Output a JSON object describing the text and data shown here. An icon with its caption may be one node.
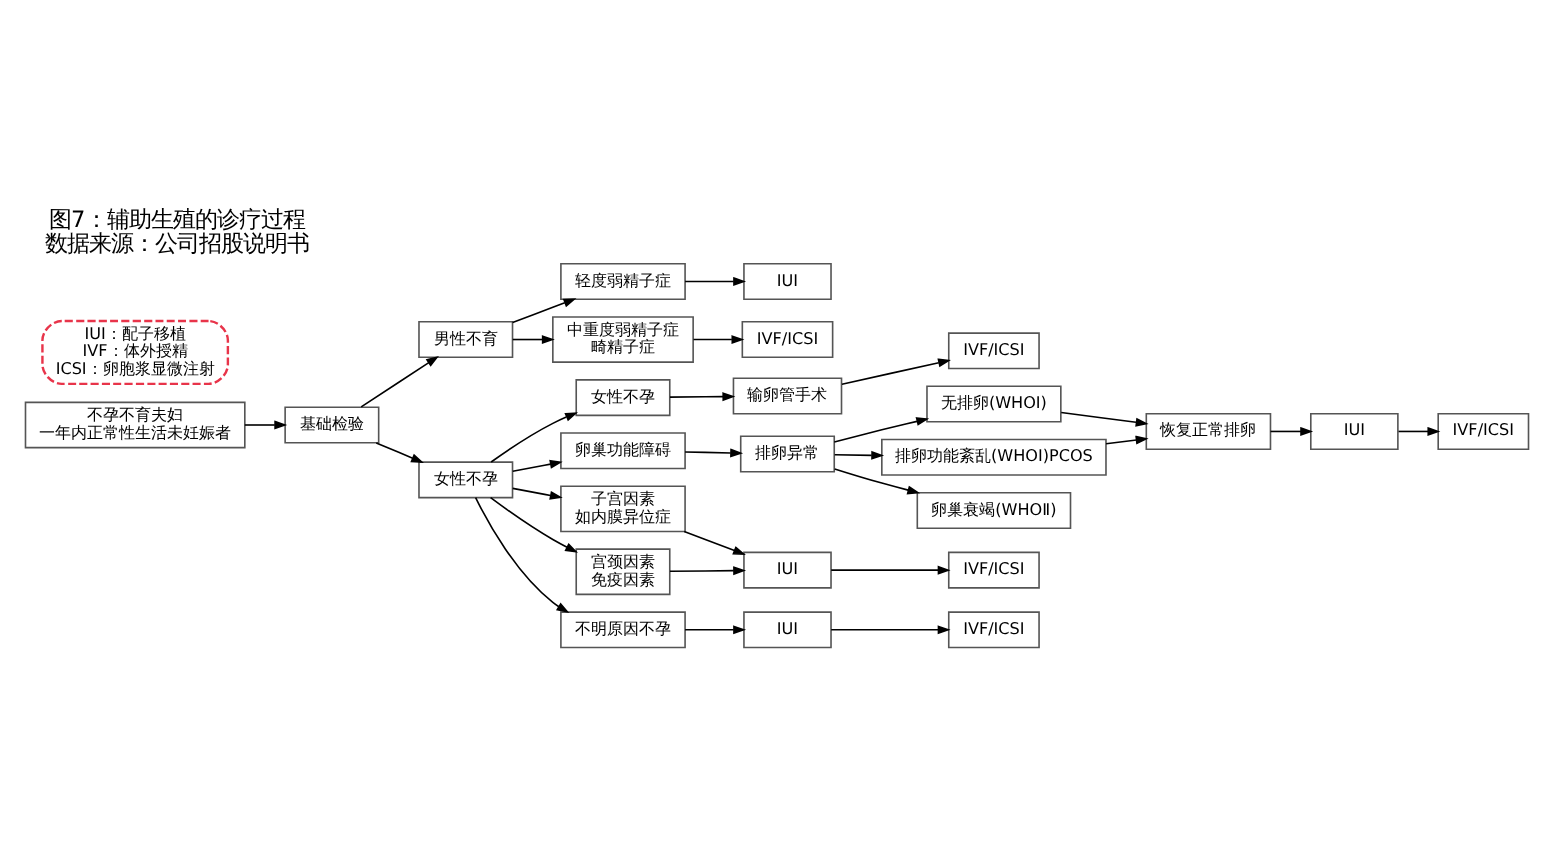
{
  "diagram": {
    "title": "图7：辅助生殖的诊疗过程",
    "caption": "数据来源：公司招股说明书",
    "nodes": [
      {
        "text": [
          "不孕不育夫妇",
          "一年内正常性生活未妊娠者"
        ]
      },
      {
        "text": [
          "基础检验"
        ]
      },
      {
        "text": [
          "男性不育"
        ]
      },
      {
        "text": [
          "轻度弱精子症"
        ]
      },
      {
        "text": [
          "IUI"
        ]
      },
      {
        "text": [
          "中重度弱精子症",
          "畸精子症"
        ]
      },
      {
        "text": [
          "IVF/ICSI"
        ]
      },
      {
        "text": [
          "女性不孕"
        ]
      },
      {
        "text": [
          "女性不孕"
        ]
      },
      {
        "text": [
          "输卵管手术"
        ]
      },
      {
        "text": [
          "IVF/ICSI"
        ]
      },
      {
        "text": [
          "卵巢功能障碍"
        ]
      },
      {
        "text": [
          "排卵异常"
        ]
      },
      {
        "text": [
          "无排卵(WHOⅠ)"
        ]
      },
      {
        "text": [
          "排卵功能紊乱(WHOⅠ)PCOS"
        ]
      },
      {
        "text": [
          "卵巢衰竭(WHOⅡ)"
        ]
      },
      {
        "text": [
          "恢复正常排卵"
        ]
      },
      {
        "text": [
          "IUI"
        ]
      },
      {
        "text": [
          "IVF/ICSI"
        ]
      },
      {
        "text": [
          "子宫因素",
          "如内膜异位症"
        ]
      },
      {
        "text": [
          "宫颈因素",
          "免疫因素"
        ]
      },
      {
        "text": [
          "IUI"
        ]
      },
      {
        "text": [
          "IVF/ICSI"
        ]
      },
      {
        "text": [
          "不明原因不孕"
        ]
      },
      {
        "text": [
          "IUI"
        ]
      },
      {
        "text": [
          "IVF/ICSI"
        ]
      },
      {
        "text": [
          "IUI：配子移植",
          "IVF：体外授精",
          "ICSI：卵胞浆显微注射"
        ]
      }
    ],
    "edges": [
      {
        "from": 0,
        "to": 1,
        "arrow": "to"
      },
      {
        "from": 1,
        "to": 2,
        "arrow": "to"
      },
      {
        "from": 1,
        "to": 7,
        "arrow": "to"
      },
      {
        "from": 2,
        "to": 3,
        "arrow": "to"
      },
      {
        "from": 2,
        "to": 5,
        "arrow": "to"
      },
      {
        "from": 3,
        "to": 4,
        "arrow": "to"
      },
      {
        "from": 5,
        "to": 6,
        "arrow": "to"
      },
      {
        "from": 7,
        "to": 8,
        "arrow": "to"
      },
      {
        "from": 7,
        "to": 11,
        "arrow": "to"
      },
      {
        "from": 7,
        "to": 19,
        "arrow": "to"
      },
      {
        "from": 7,
        "to": 20,
        "arrow": "to"
      },
      {
        "from": 7,
        "to": 23,
        "arrow": "to"
      },
      {
        "from": 8,
        "to": 9,
        "arrow": "to"
      },
      {
        "from": 9,
        "to": 10,
        "arrow": "to"
      },
      {
        "from": 11,
        "to": 12,
        "arrow": "to"
      },
      {
        "from": 12,
        "to": 13,
        "arrow": "to"
      },
      {
        "from": 12,
        "to": 14,
        "arrow": "to"
      },
      {
        "from": 12,
        "to": 15,
        "arrow": "to"
      },
      {
        "from": 13,
        "to": 16,
        "arrow": "to"
      },
      {
        "from": 14,
        "to": 16,
        "arrow": "to"
      },
      {
        "from": 16,
        "to": 17,
        "arrow": "to"
      },
      {
        "from": 17,
        "to": 18,
        "arrow": "to"
      },
      {
        "from": 19,
        "to": 21,
        "arrow": "to"
      },
      {
        "from": 20,
        "to": 21,
        "arrow": "to"
      },
      {
        "from": 21,
        "to": 22,
        "arrow": "to"
      },
      {
        "from": 23,
        "to": 24,
        "arrow": "to"
      },
      {
        "from": 24,
        "to": 25,
        "arrow": "to"
      }
    ]
  }
}
